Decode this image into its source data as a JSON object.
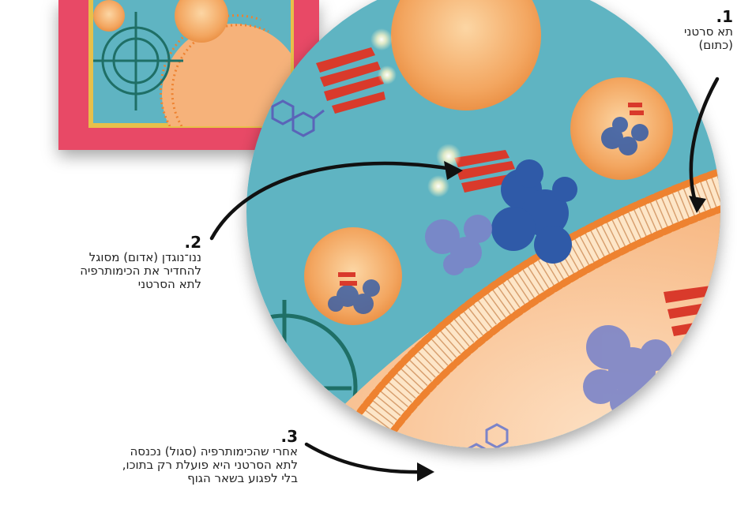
{
  "colors": {
    "inset_border": "#e84a66",
    "background_teal": "#5fb4c2",
    "cell_fill": "#f6b27a",
    "membrane_head": "#ee8230",
    "nanobody_red": "#d93a2b",
    "protein_blue": "#2f5aa8",
    "drug_purple": "#7b84c9",
    "target_green": "#1f6f66",
    "arrow_black": "#111111"
  },
  "callouts": [
    {
      "number": ".1",
      "lines": [
        "תא סרטני",
        "(כתום)"
      ]
    },
    {
      "number": ".2",
      "lines": [
        "ננו־נוגדן (אדום) מסוגל",
        "להחדיר את הכימותרפיה",
        "לתא הסרטני"
      ]
    },
    {
      "number": ".3",
      "lines": [
        "אחרי שהכימותרפיה (סגול) נכנסה",
        "לתא הסרטני היא פועלת רק בתוכו,",
        "בלי לפגוע בשאר הגוף"
      ]
    }
  ]
}
